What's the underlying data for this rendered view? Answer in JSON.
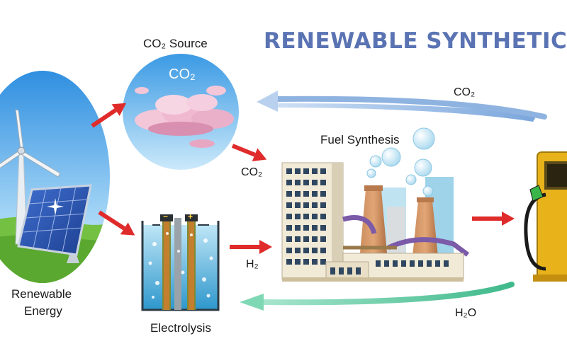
{
  "title": "RENEWABLE SYNTHETIC FU",
  "labels": {
    "co2_source": "CO₂ Source",
    "cloud_co2": "CO₂",
    "renewable_line1": "Renewable",
    "renewable_line2": "Energy",
    "electrolysis": "Electrolysis",
    "fuel_synthesis": "Fuel Synthesis",
    "co2_to_synthesis": "CO₂",
    "h2": "H₂",
    "co2_return": "CO₂",
    "h2o_return": "H₂O",
    "electrode_minus": "−",
    "electrode_plus": "+"
  },
  "colors": {
    "title": "#5a73b3",
    "arrow_red": "#e02b2b",
    "arrow_blue": "#8fb3e0",
    "arrow_green": "#5fc7a0",
    "sky_blue": "#5aa8e6",
    "grass_green": "#74c043",
    "pump_yellow": "#e8b21a"
  }
}
